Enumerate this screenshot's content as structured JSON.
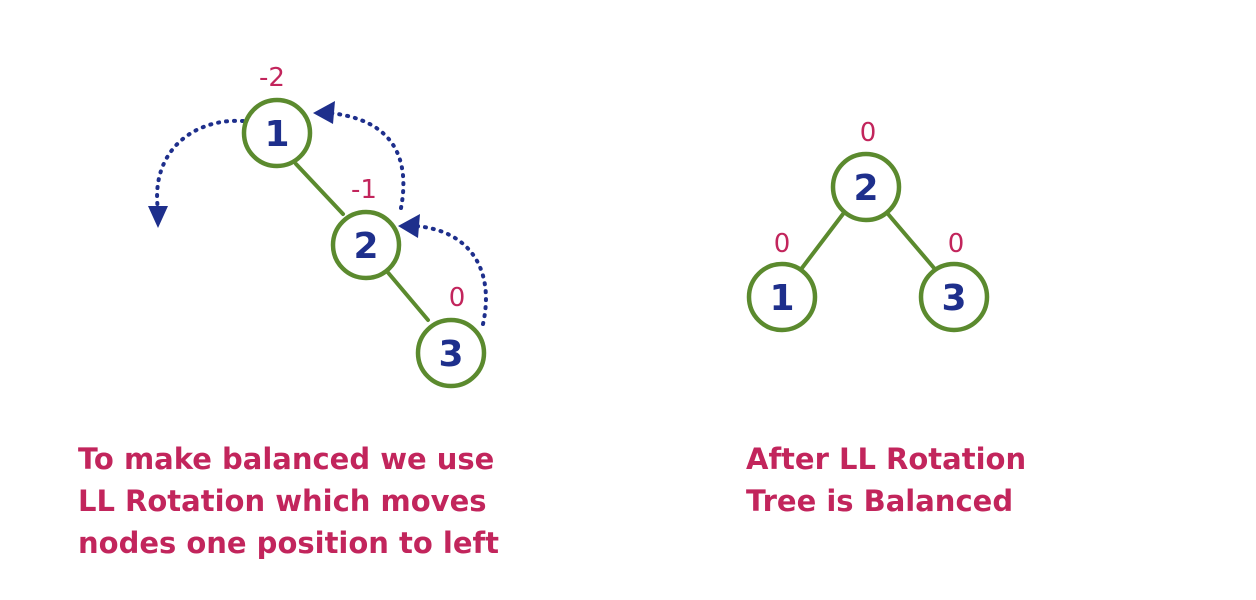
{
  "colors": {
    "edge": "#5b8a2e",
    "node_text": "#1e2f8c",
    "balance_factor": "#c2255c",
    "arrow": "#1e2f8c",
    "caption": "#c2255c"
  },
  "before_tree": {
    "nodes": [
      {
        "value": "1",
        "balance_factor": "-2"
      },
      {
        "value": "2",
        "balance_factor": "-1"
      },
      {
        "value": "3",
        "balance_factor": "0"
      }
    ],
    "caption_lines": [
      "To make balanced we use",
      "LL Rotation which moves",
      "nodes one position to left"
    ]
  },
  "after_tree": {
    "nodes": [
      {
        "value": "2",
        "balance_factor": "0"
      },
      {
        "value": "1",
        "balance_factor": "0"
      },
      {
        "value": "3",
        "balance_factor": "0"
      }
    ],
    "caption_lines": [
      "After LL Rotation",
      "Tree is Balanced"
    ]
  }
}
